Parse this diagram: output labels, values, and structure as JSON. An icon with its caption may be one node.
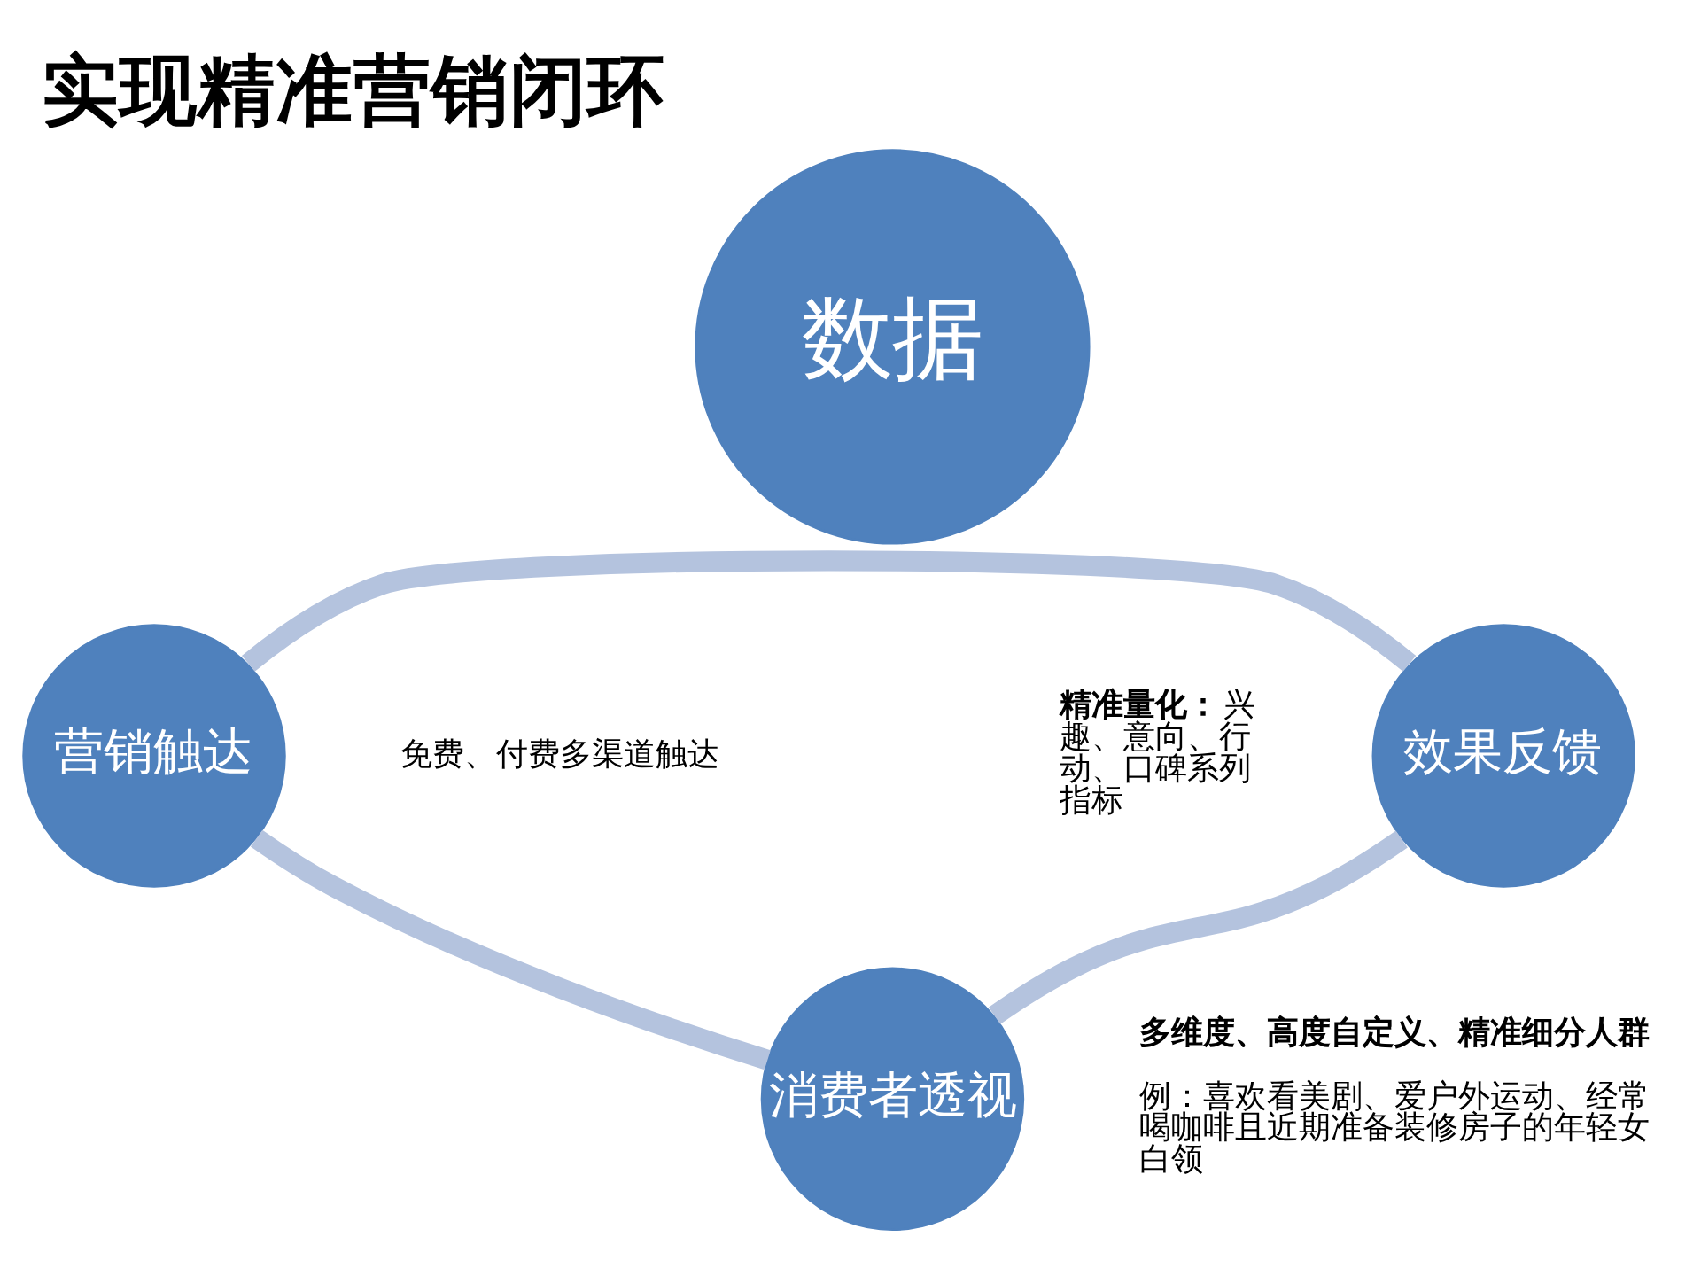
{
  "diagram": {
    "title": "实现精准营销闭环",
    "nodes": [
      {
        "text": [
          "数据"
        ]
      },
      {
        "text": [
          "消费者透视"
        ],
        "beside": [
          "**多维度、高度自定义、精准细分人群**",
          "例：喜欢看美剧、爱户外运动、经常喝咖啡且近期准备装修房子的年轻女白领"
        ]
      },
      {
        "text": [
          "营销触达"
        ],
        "beside": [
          "免费、付费多渠道触达"
        ]
      },
      {
        "text": [
          "效果反馈"
        ],
        "beside": [
          "**精准量化：**兴趣、意向、行动、口碑系列指标"
        ]
      }
    ],
    "edges": [
      {
        "from": 1,
        "to": 2,
        "arrow": "none"
      },
      {
        "from": 2,
        "to": 3,
        "arrow": "none"
      },
      {
        "from": 3,
        "to": 1,
        "arrow": "none"
      }
    ]
  }
}
